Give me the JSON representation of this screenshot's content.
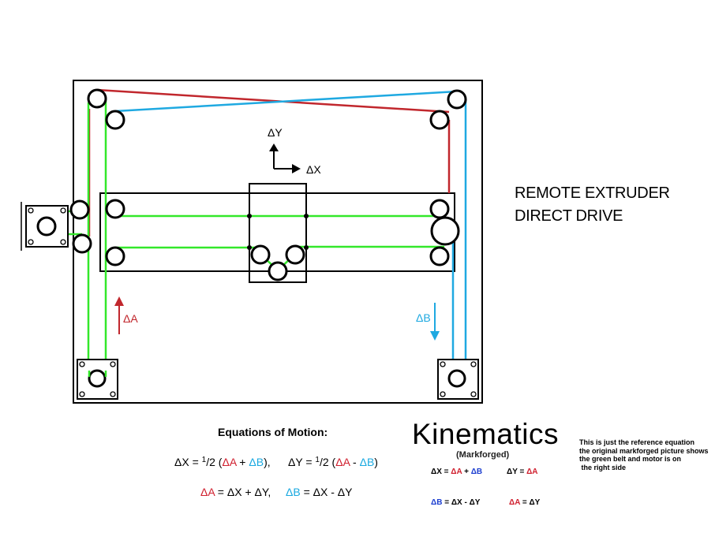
{
  "colors": {
    "red": "#c1272d",
    "blue": "#1fa9e1",
    "green": "#33e82a",
    "dark_blue": "#1d3fd0",
    "black": "#000000"
  },
  "diagram": {
    "axis_y_label": "ΔY",
    "axis_x_label": "ΔX",
    "motor_a_label": "ΔA",
    "motor_b_label": "ΔB"
  },
  "title_lines": [
    "REMOTE EXTRUDER",
    "DIRECT DRIVE"
  ],
  "equations": {
    "heading": "Equations of Motion:",
    "line1": {
      "dx": "ΔX = ",
      "half1": "1",
      "slash1": "/2",
      "open1": " (",
      "a1": "ΔA",
      "plus": " + ",
      "b1": "ΔB",
      "close1": "),",
      "dy": "ΔY = ",
      "half2": "1",
      "slash2": "/2",
      "open2": " (",
      "a2": "ΔA",
      "minus": " - ",
      "b2": "ΔB",
      "close2": ")"
    },
    "line2": {
      "a": "ΔA",
      "a_rest": " = ΔX + ΔY,",
      "b": "ΔB",
      "b_rest": " = ΔX - ΔY"
    }
  },
  "kinematics": {
    "title": "Kinematics",
    "subtitle": "(Markforged)",
    "eq1": {
      "lhs": "ΔX = ",
      "a": "ΔA",
      "plus": " + ",
      "b": "ΔB"
    },
    "eq2": {
      "lhs": "ΔY = ",
      "a": "ΔA"
    },
    "eq3": {
      "b": "ΔB",
      "rest": " = ΔX - ΔY"
    },
    "eq4": {
      "a": "ΔA",
      "rest": " = ΔY"
    }
  },
  "note_lines": [
    "This is just the reference equation",
    "the original markforged picture shows",
    "the green belt and motor is on",
    " the right side"
  ]
}
